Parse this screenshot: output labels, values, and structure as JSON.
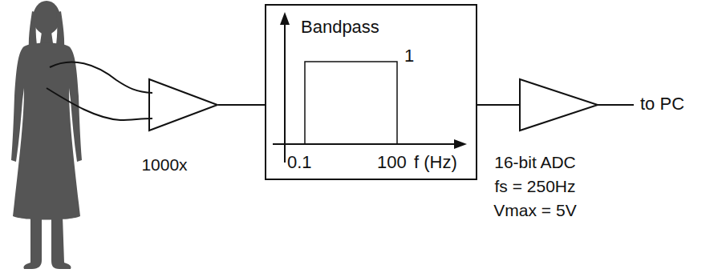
{
  "diagram": {
    "nodes": [
      {
        "text": [
          "1000x"
        ]
      },
      {
        "text": [
          "Bandpass",
          "1",
          "0.1",
          "100",
          "f (Hz)"
        ]
      },
      {
        "text": [
          "16-bit ADC",
          "fs = 250Hz",
          "Vmax = 5V"
        ]
      }
    ],
    "edges": [
      {
        "from": 0,
        "to": 1,
        "arrow": "none"
      },
      {
        "from": 1,
        "to": 2,
        "arrow": "none"
      }
    ],
    "labels": [
      "to PC"
    ]
  }
}
